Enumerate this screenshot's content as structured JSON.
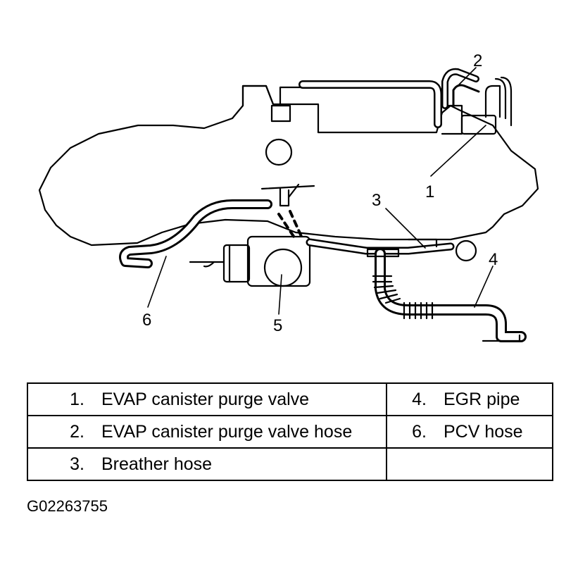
{
  "callouts": {
    "c1": "1",
    "c2": "2",
    "c3": "3",
    "c4": "4",
    "c5": "5",
    "c6": "6"
  },
  "legend": {
    "rows": [
      {
        "left_num": "1.",
        "left_text": "EVAP canister purge valve",
        "right_num": "4.",
        "right_text": "EGR pipe"
      },
      {
        "left_num": "2.",
        "left_text": "EVAP canister purge valve hose",
        "right_num": "6.",
        "right_text": "PCV hose"
      },
      {
        "left_num": "3.",
        "left_text": "Breather hose",
        "right_num": "",
        "right_text": ""
      }
    ]
  },
  "figure_id": "G02263755"
}
